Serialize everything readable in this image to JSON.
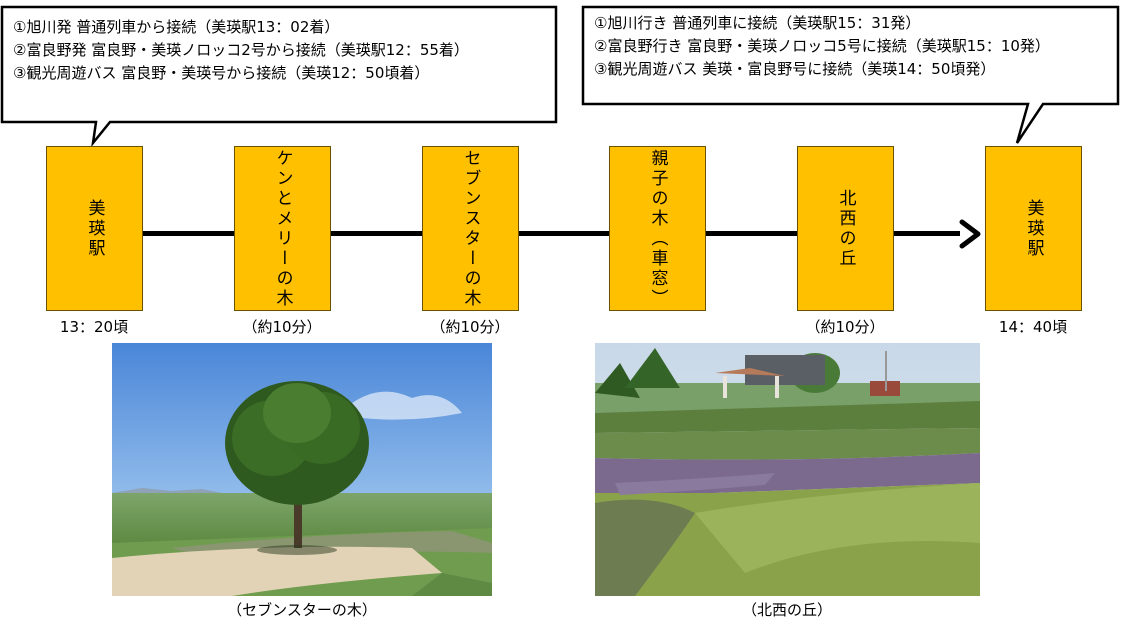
{
  "callouts": {
    "left": {
      "lines": [
        "①旭川発 普通列車から接続（美瑛駅13：02着）",
        "②富良野発 富良野・美瑛ノロッコ2号から接続（美瑛駅12：55着）",
        "③観光周遊バス 富良野・美瑛号から接続（美瑛12：50頃着）"
      ]
    },
    "right": {
      "lines": [
        "①旭川行き 普通列車に接続（美瑛駅15：31発）",
        "②富良野行き 富良野・美瑛ノロッコ5号に接続（美瑛駅15：10発）",
        "③観光周遊バス 美瑛・富良野号に接続（美瑛14：50頃発）"
      ]
    }
  },
  "stops": [
    {
      "name": "美瑛駅",
      "label": "13：20頃"
    },
    {
      "name": "ケンとメリーの木",
      "label": "（約10分）"
    },
    {
      "name": "セブンスターの木",
      "label": "（約10分）"
    },
    {
      "name": "親子の木（車窓）",
      "label": ""
    },
    {
      "name": "北西の丘",
      "label": "（約10分）"
    },
    {
      "name": "美瑛駅",
      "label": "14：40頃"
    }
  ],
  "photos": {
    "left_caption": "（セブンスターの木）",
    "right_caption": "（北西の丘）"
  },
  "colors": {
    "stop_fill": "#ffc000",
    "route_line": "#000000"
  }
}
